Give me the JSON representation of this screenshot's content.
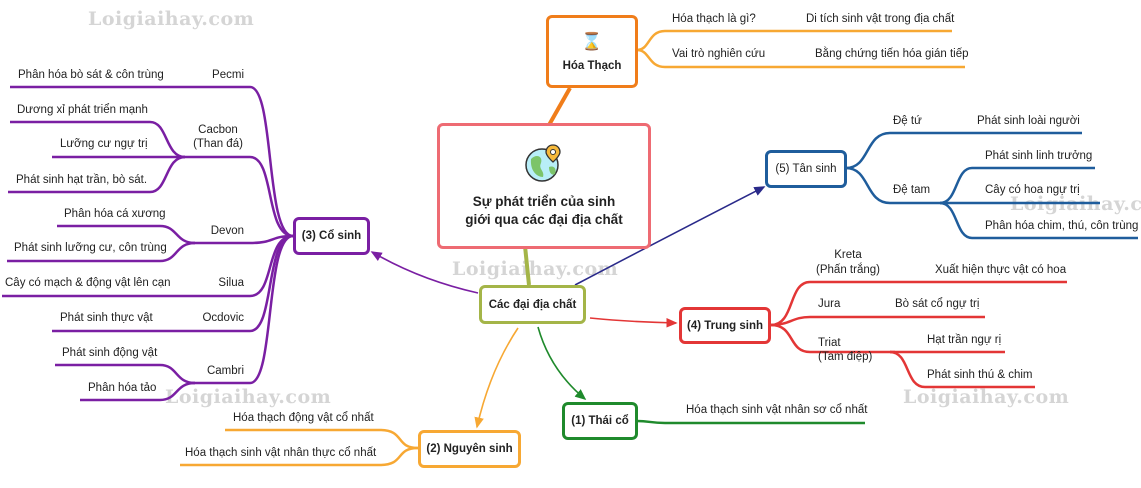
{
  "watermark": "Loigiaihay.com",
  "colors": {
    "central": "#ee6b73",
    "hub": "#a4b548",
    "fossil": "#f07d1a",
    "fossil_branch": "#f7a833",
    "cenozoic": "#1f5d9c",
    "mesozoic": "#e33636",
    "archean": "#1f8a2c",
    "proterozoic": "#f7a833",
    "paleozoic": "#7a1fa3",
    "cenozoic_arrow": "#2a2a8a"
  },
  "central": {
    "title_line1": "Sự phát triển của sinh",
    "title_line2": "giới qua các đại địa chất",
    "icon": "globe-pin-icon"
  },
  "hub": {
    "label": "Các đại địa chất"
  },
  "fossil": {
    "label": "Hóa Thạch",
    "icon": "hourglass-icon",
    "branches": [
      {
        "label": "Hóa thạch là gì?",
        "detail": "Di tích sinh vật trong địa chất"
      },
      {
        "label": "Vai trò nghiên cứu",
        "detail": "Bằng chứng tiến hóa gián tiếp"
      }
    ]
  },
  "cenozoic": {
    "label": "(5) Tân sinh",
    "periods": [
      {
        "label": "Đệ tứ",
        "details": [
          "Phát sinh loài người"
        ]
      },
      {
        "label": "Đệ tam",
        "details": [
          "Phát sinh linh trưởng",
          "Cây có hoa ngự trị",
          "Phân hóa chim, thú, côn trùng"
        ]
      }
    ]
  },
  "mesozoic": {
    "label": "(4) Trung sinh",
    "periods": [
      {
        "label": "Kreta",
        "sub": "(Phấn trắng)",
        "details": [
          "Xuất hiện thực vật có hoa"
        ]
      },
      {
        "label": "Jura",
        "details": [
          "Bò sát cổ ngự trị"
        ]
      },
      {
        "label": "Triat",
        "sub": "(Tam điệp)",
        "details": [
          "Hạt trần ngự rị",
          "Phát sinh thú & chim"
        ]
      }
    ]
  },
  "archean": {
    "label": "(1) Thái cổ",
    "details": [
      "Hóa thạch sinh vật nhân sơ cổ nhất"
    ]
  },
  "proterozoic": {
    "label": "(2) Nguyên sinh",
    "details": [
      "Hóa thạch động vật cổ nhất",
      "Hóa thạch sinh vật nhân thực cổ nhất"
    ]
  },
  "paleozoic": {
    "label": "(3) Cổ sinh",
    "periods": [
      {
        "label": "Pecmi",
        "details": [
          "Phân hóa bò sát & côn trùng"
        ]
      },
      {
        "label": "Cacbon",
        "sub": "(Than đá)",
        "details": [
          "Dương xỉ phát triển mạnh",
          "Lưỡng cư ngự trị",
          "Phát sinh hạt trần, bò sát."
        ]
      },
      {
        "label": "Devon",
        "details": [
          "Phân hóa cá xương",
          "Phát sinh lưỡng cư, côn trùng"
        ]
      },
      {
        "label": "Silua",
        "details": [
          "Cây có mạch & động  vật lên cạn"
        ]
      },
      {
        "label": "Ocdovic",
        "details": [
          "Phát sinh thực vật"
        ]
      },
      {
        "label": "Cambri",
        "details": [
          "Phát sinh động vật",
          "Phân hóa tảo"
        ]
      }
    ]
  }
}
